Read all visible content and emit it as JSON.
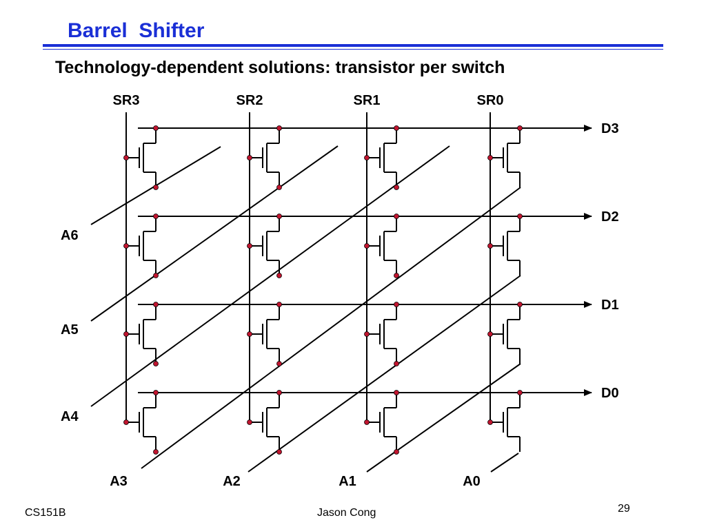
{
  "slide": {
    "title": "Barrel  Shifter",
    "subtitle": "Technology-dependent solutions: transistor per switch",
    "footer_left": "CS151B",
    "footer_center": "Jason Cong",
    "page_number": "29"
  },
  "diagram": {
    "column_labels": [
      "SR3",
      "SR2",
      "SR1",
      "SR0"
    ],
    "row_output_labels": [
      "D3",
      "D2",
      "D1",
      "D0"
    ],
    "left_input_labels": [
      "A6",
      "A5",
      "A4"
    ],
    "bottom_input_labels": [
      "A3",
      "A2",
      "A1",
      "A0"
    ],
    "colors": {
      "wire": "#000000",
      "node": "#c0152f",
      "accent": "#1a2fd6"
    }
  }
}
